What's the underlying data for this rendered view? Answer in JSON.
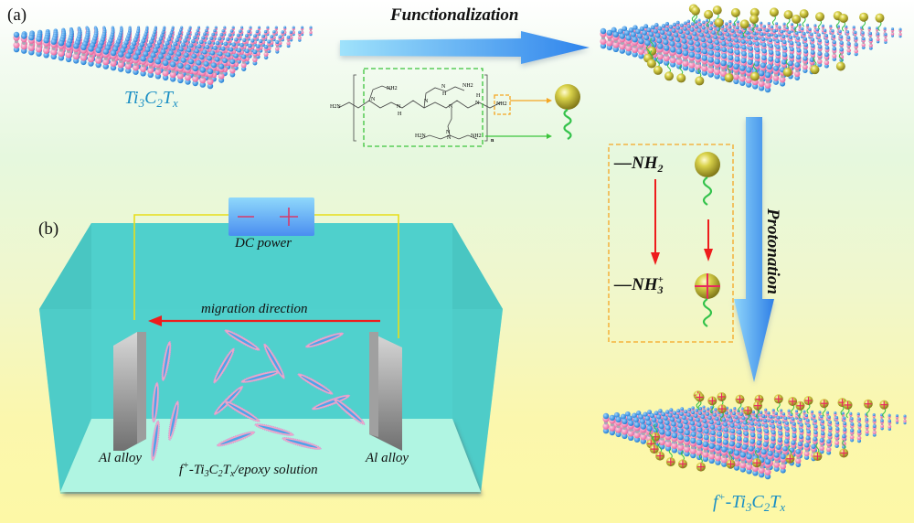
{
  "panels": {
    "a": {
      "label": "(a)",
      "left_sheet": {
        "name": "Ti3C2Tx",
        "caption": {
          "base1": "Ti",
          "sub1": "3",
          "base2": "C",
          "sub2": "2",
          "base3": "T",
          "sub3": "x"
        }
      },
      "functionalization_arrow": {
        "label": "Functionalization"
      },
      "protonation_arrow": {
        "label": "Protonation"
      },
      "molecule": {
        "name": "polyethyleneimine repeat unit",
        "atom_labels": [
          "H2N",
          "N",
          "NH2",
          "N",
          "H",
          "N",
          "H",
          "N",
          "NH2",
          "N",
          "N",
          "H",
          "N",
          "NH2",
          "H2N",
          "N",
          "NH2"
        ],
        "repeat_subscript": "n",
        "highlight_box_color": "#3cc43c",
        "amine_box_color": "#f5a623"
      },
      "legend": {
        "nh2_label": {
          "dash": "—",
          "base": "NH",
          "sub": "2"
        },
        "nh3_label": {
          "dash": "—",
          "base": "NH",
          "sub": "3",
          "sup": "+"
        },
        "box_color": "#f5a623",
        "arrow_color": "#ee1c1c"
      },
      "right_bottom_sheet": {
        "name": "f+-Ti3C2Tx",
        "caption": {
          "prefix": "f",
          "prefix_sup": "+",
          "dash": "-",
          "base1": "Ti",
          "sub1": "3",
          "base2": "C",
          "sub2": "2",
          "base3": "T",
          "sub3": "x"
        }
      }
    },
    "b": {
      "label": "(b)",
      "power": {
        "label": "DC power",
        "minus": "−",
        "plus": "+"
      },
      "migration_label": "migration direction",
      "electrode_left": "Al alloy",
      "electrode_right": "Al alloy",
      "solution_label": {
        "prefix": "f",
        "prefix_sup": "+",
        "dash": "-",
        "base1": "Ti",
        "sub1": "3",
        "base2": "C",
        "sub2": "2",
        "base3": "T",
        "sub3": "x",
        "suffix": "/epoxy solution"
      }
    }
  },
  "colors": {
    "ti_atom": "#f27fb0",
    "c_atom": "#a9a9b5",
    "t_atom": "#2b8fe0",
    "gold_sphere": "#c8c03a",
    "green_chain": "#33c24a",
    "tank_water": "#4fcfcb",
    "tank_floor": "#b0f5e2",
    "wire": "#e8de1a",
    "plus_sign": "#e8295f",
    "caption_blue": "#1a8fc4"
  }
}
